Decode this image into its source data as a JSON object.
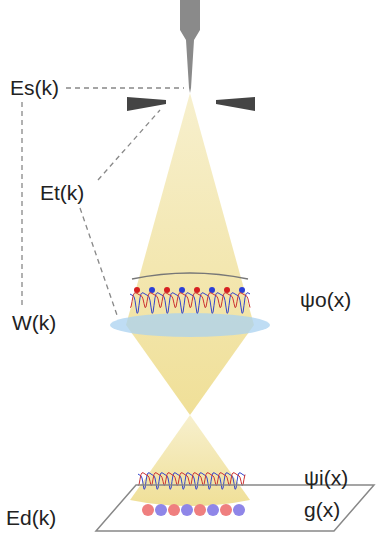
{
  "diagram": {
    "labels": [
      "Es(k)",
      "Et(k)",
      "W(k)",
      "ψo(x)",
      "ψi(x)",
      "g(x)",
      "Ed(k)"
    ]
  }
}
